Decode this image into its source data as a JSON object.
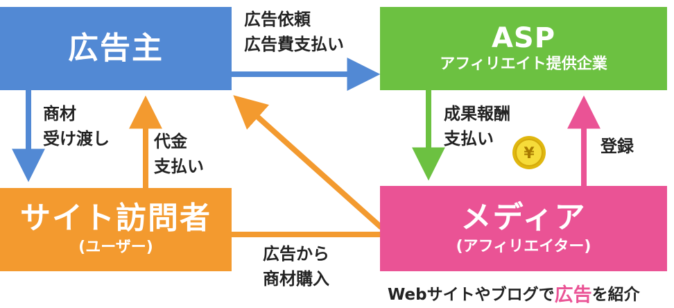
{
  "nodes": {
    "advertiser": {
      "title": "広告主"
    },
    "asp": {
      "title": "ASP",
      "subtitle": "アフィリエイト提供企業"
    },
    "visitor": {
      "title": "サイト訪問者",
      "subtitle": "(ユーザー)"
    },
    "media": {
      "title": "メディア",
      "subtitle": "(アフィリエイター)"
    }
  },
  "edges": {
    "advertiser_to_asp": {
      "line1": "広告依頼",
      "line2": "広告費支払い"
    },
    "advertiser_to_visitor": {
      "line1": "商材",
      "line2": "受け渡し"
    },
    "visitor_to_advertiser": {
      "line1": "代金",
      "line2": "支払い"
    },
    "asp_to_media": {
      "line1": "成果報酬",
      "line2": "支払い"
    },
    "media_to_asp": {
      "line1": "登録"
    },
    "visitor_to_advertiser_via_media": {
      "line1": "広告から",
      "line2": "商材購入"
    }
  },
  "caption": {
    "before": "Webサイトやブログで",
    "highlight": "広告",
    "after": "を紹介"
  },
  "coin_symbol": "¥",
  "colors": {
    "advertiser": "#5289d4",
    "asp": "#6cc141",
    "visitor": "#f39a2f",
    "media": "#ea5395",
    "coin": "#f2d21c"
  }
}
